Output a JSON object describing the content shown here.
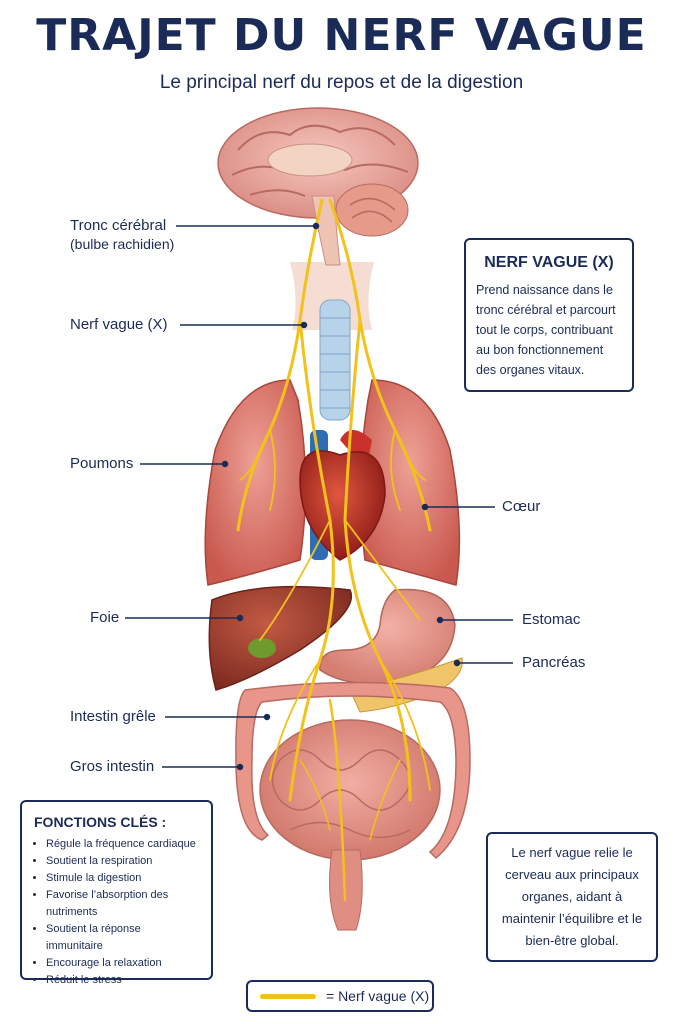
{
  "header": {
    "title": "TRAJET DU NERF VAGUE",
    "subtitle": "Le principal nerf du repos et de la digestion"
  },
  "labels": {
    "tronc": "Tronc cérébral",
    "tronc_sub": "(bulbe rachidien)",
    "nerf": "Nerf vague (X)",
    "poumons": "Poumons",
    "coeur": "Cœur",
    "foie": "Foie",
    "estomac": "Estomac",
    "pancreas": "Pancréas",
    "intestin_grele": "Intestin grêle",
    "gros_intestin": "Gros intestin"
  },
  "info_box": {
    "heading": "NERF VAGUE (X)",
    "text": "Prend naissance dans le tronc cérébral et parcourt tout le corps, contribuant au bon fonctionnement des organes vitaux."
  },
  "functions_box": {
    "heading": "FONCTIONS CLÉS :",
    "items": [
      "Régule la fréquence cardiaque",
      "Soutient la respiration",
      "Stimule la digestion",
      "Favorise l’absorption des nutriments",
      "Soutient la réponse immunitaire",
      "Encourage la relaxation",
      "Réduit le stress"
    ]
  },
  "summary_box": {
    "text": "Le nerf vague relie le cerveau aux principaux organes, aidant à maintenir l’équilibre et le bien-être global."
  },
  "legend": {
    "label": "= Nerf vague (X)"
  },
  "colors": {
    "title": "#1b2b57",
    "nerve": "#f2c21b",
    "lung": "#d9766b",
    "heart": "#c9322a",
    "liver": "#9e3a2c",
    "intestine": "#e39a8f",
    "trachea": "#a9c9e2"
  }
}
